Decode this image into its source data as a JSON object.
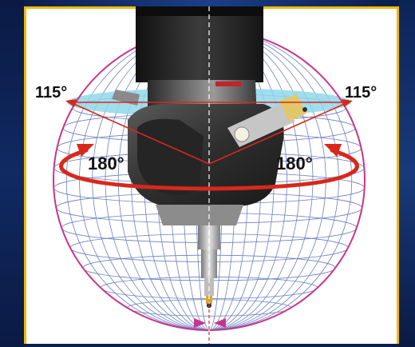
{
  "labels": {
    "tilt_left": "115°",
    "tilt_right": "115°",
    "rotate_left": "180°",
    "rotate_right": "180°"
  },
  "colors": {
    "sphere_outline": "#c8358c",
    "mesh": "#6d7fc0",
    "plane_fill": "#8fd8ea",
    "rotation_arrow": "#d8281b",
    "tilt_lines": "#d8281b",
    "frame": "#f2b705",
    "background": "#0b1f4a"
  }
}
